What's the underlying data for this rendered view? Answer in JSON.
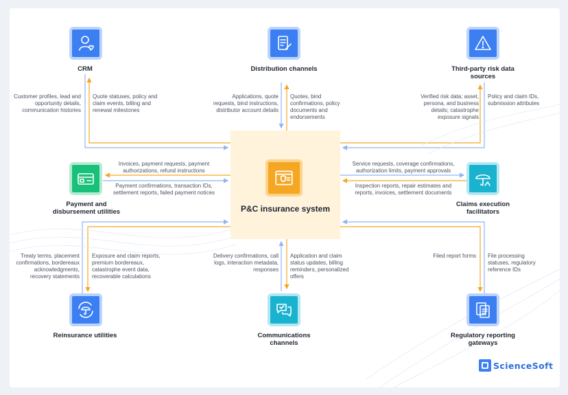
{
  "center": {
    "title": "P&C insurance system",
    "icon": "insurance-shield-window-icon"
  },
  "nodes": {
    "crm": {
      "title": "CRM",
      "icon": "customer-heart-icon",
      "note_in": "Customer profiles, lead and opportunity details, communication histories",
      "note_out": "Quote statuses, policy and claim events, billing and renewal milestones"
    },
    "distribution": {
      "title": "Distribution channels",
      "icon": "document-pen-icon",
      "note_in": "Applications, quote requests, bind instructions, distributor account details",
      "note_out": "Quotes, bind confirmations, policy documents and endorsements"
    },
    "thirdparty": {
      "title": "Third-party risk data sources",
      "icon": "warning-triangle-icon",
      "note_in": "Verified risk data; asset, persona, and business details; catastrophe exposure signals",
      "note_out": "Policy and claim IDs, submission attributes"
    },
    "payment": {
      "title": "Payment and disbursement utilities",
      "icon": "credit-card-icon",
      "note_out": "Invoices, payment requests, payment authorizations, refund instructions",
      "note_in": "Payment confirmations, transaction IDs, settlement reports, failed payment notices"
    },
    "claims": {
      "title": "Claims execution facilitators",
      "icon": "umbrella-hand-icon",
      "note_in": "Service requests, coverage confirmations, authorization limits, payment approvals",
      "note_out": "Inspection reports, repair estimates and reports, invoices, settlement documents"
    },
    "reinsurance": {
      "title": "Reinsurance utilities",
      "icon": "umbrella-cycle-icon",
      "note_in": "Treaty terms, placement confirmations, bordereaux acknowledgments, recovery statements",
      "note_out": "Exposure and claim reports, premium bordereaux, catastrophe event data, recoverable calculations"
    },
    "communications": {
      "title": "Communications channels",
      "icon": "chat-bubbles-icon",
      "note_in": "Delivery confirmations, call logs, interaction metadata, responses",
      "note_out": "Application and claim status updates, billing reminders, personalized offers"
    },
    "regulatory": {
      "title": "Regulatory reporting gateways",
      "icon": "report-documents-icon",
      "note_out": "Filed report forms",
      "note_in": "File processing statuses, regulatory reference IDs"
    }
  },
  "brand": {
    "name": "ScienceSoft"
  },
  "colors": {
    "inbound": "#8fb5f5",
    "outbound": "#f5a623",
    "center_fill": "#fff3dc",
    "blue_node": "#3b7ff2",
    "green_node": "#19c07a",
    "cyan_node": "#1ab3cf"
  }
}
